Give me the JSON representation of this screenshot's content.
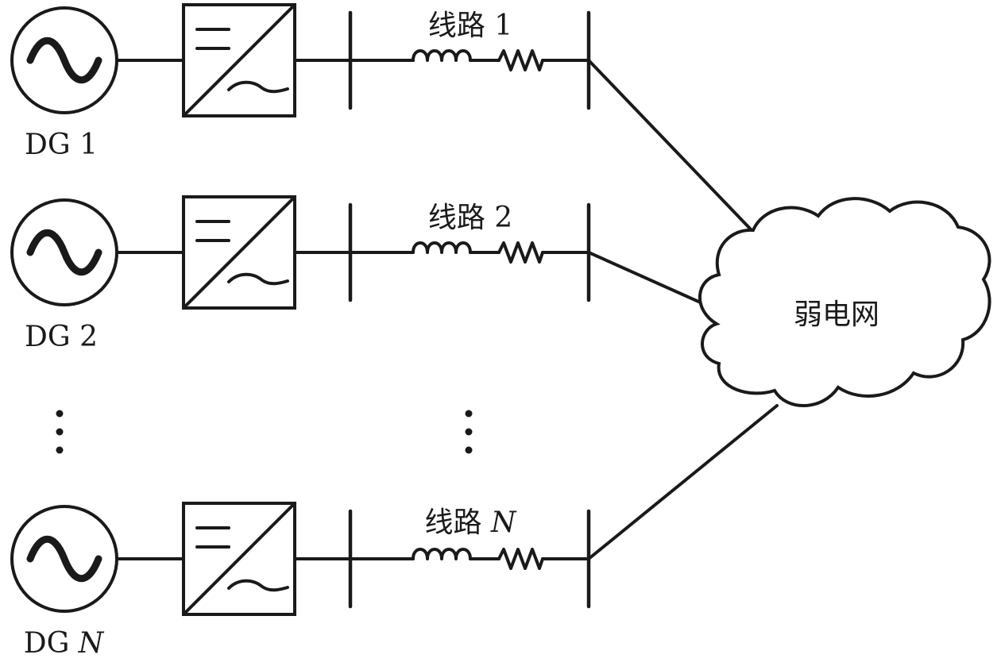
{
  "diagram": {
    "branches": [
      {
        "dg_prefix": "DG",
        "dg_index": "1",
        "line_prefix": "线路",
        "line_index": "1",
        "index_italic": false
      },
      {
        "dg_prefix": "DG",
        "dg_index": "2",
        "line_prefix": "线路",
        "line_index": "2",
        "index_italic": false
      },
      {
        "dg_prefix": "DG",
        "dg_index": "N",
        "line_prefix": "线路",
        "line_index": "N",
        "index_italic": true
      }
    ],
    "grid_label": "弱电网",
    "colors": {
      "stroke": "#1a1a1a",
      "background": "#ffffff"
    }
  }
}
